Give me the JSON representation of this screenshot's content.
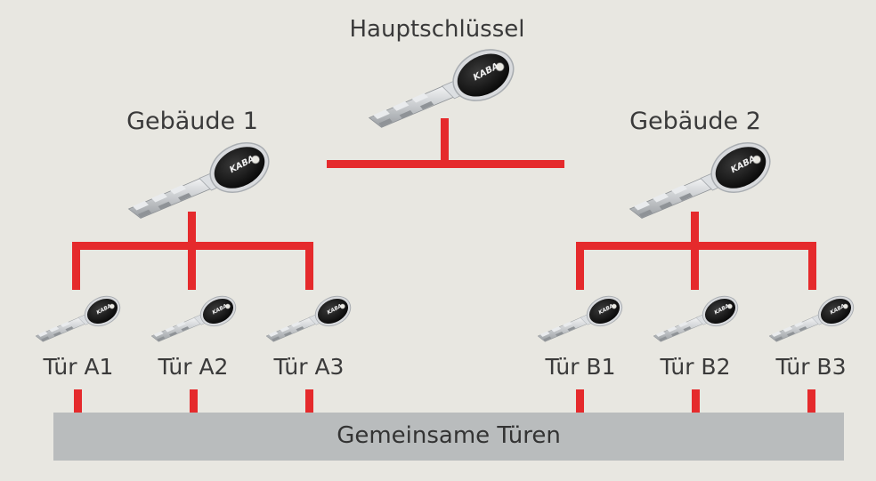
{
  "master": {
    "label": "Hauptschlüssel"
  },
  "buildings": [
    {
      "label": "Gebäude 1"
    },
    {
      "label": "Gebäude 2"
    }
  ],
  "doors": [
    {
      "label": "Tür A1"
    },
    {
      "label": "Tür A2"
    },
    {
      "label": "Tür A3"
    },
    {
      "label": "Tür B1"
    },
    {
      "label": "Tür B2"
    },
    {
      "label": "Tür B3"
    }
  ],
  "shared": {
    "label": "Gemeinsame Türen"
  },
  "colors": {
    "background": "#e8e7e1",
    "connector": "#e52a2c",
    "shared_bar": "#b9bcbd",
    "key_head": "#111111",
    "key_blade": "#c9cccf"
  },
  "icons": {
    "key": "key-icon",
    "brand_on_key": "KABA"
  }
}
